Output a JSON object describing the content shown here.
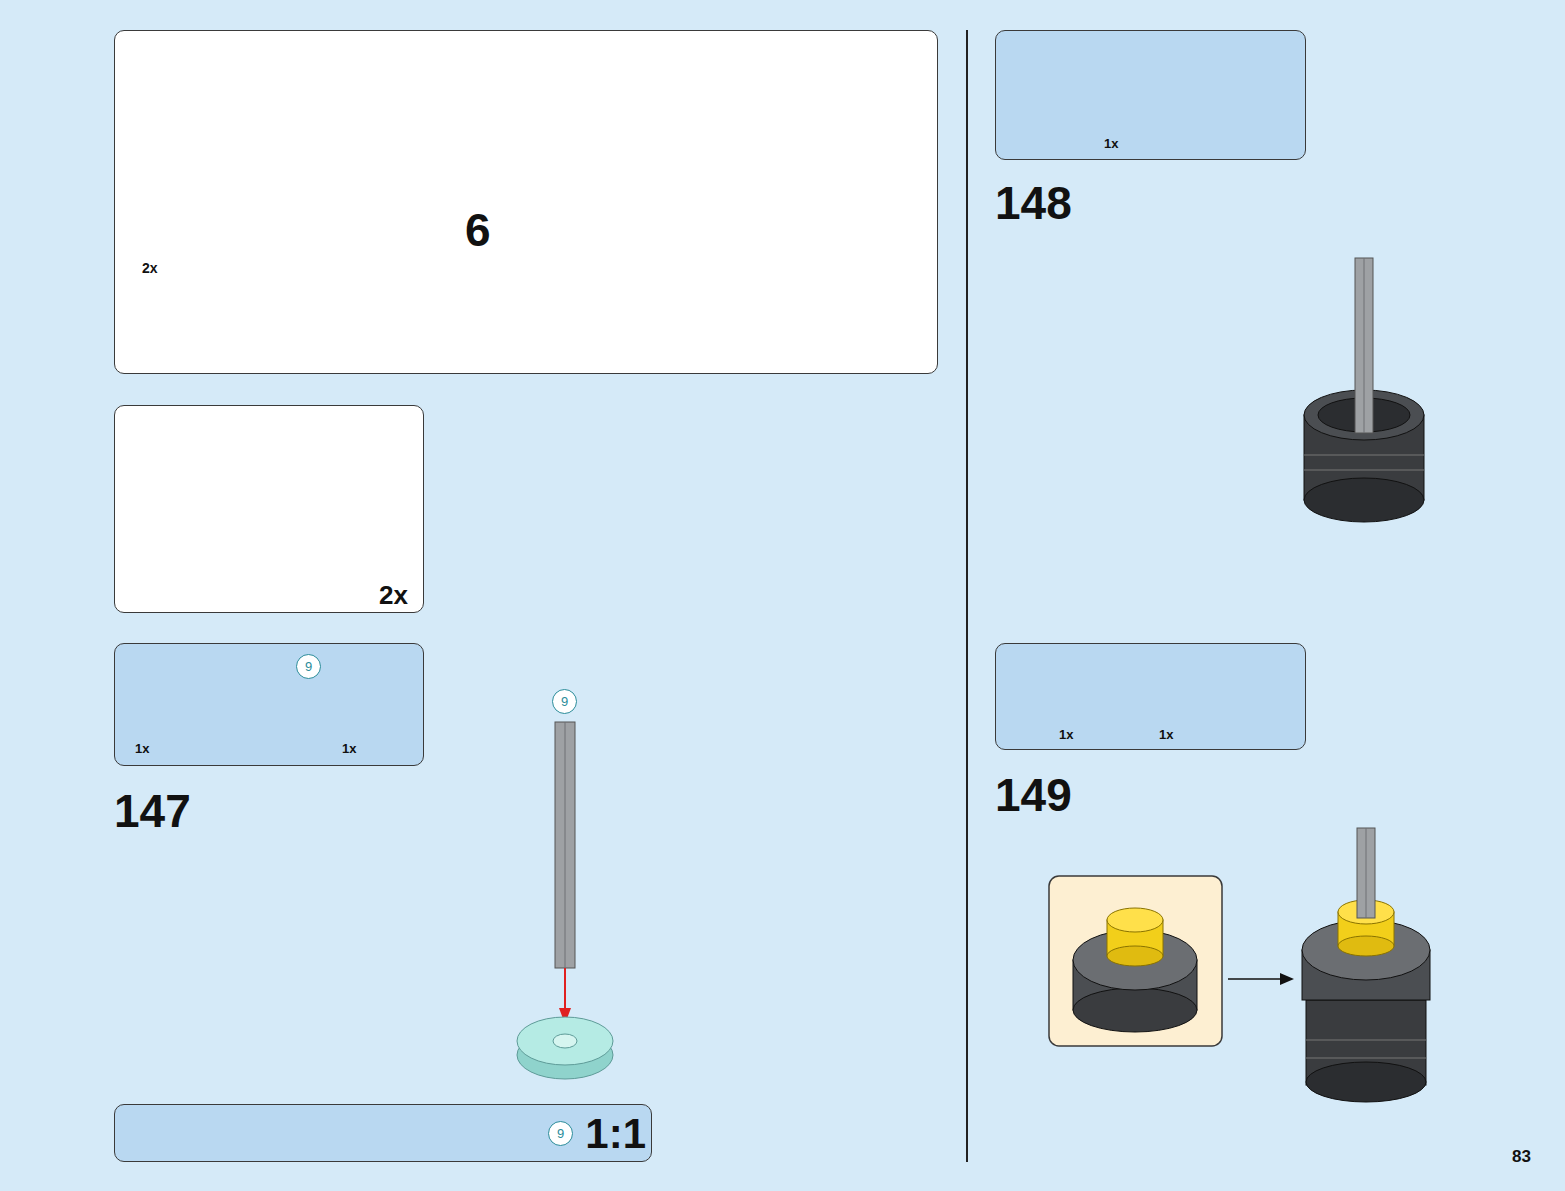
{
  "diagram": {
    "nodes": [
      {
        "text": [
          "2x",
          "6"
        ]
      },
      {
        "text": [
          "2x"
        ]
      },
      {
        "text": [
          "1x",
          "1x"
        ]
      },
      {
        "text": [
          "9"
        ],
        "in": 2
      },
      {
        "text": [
          "9"
        ]
      },
      {
        "text": [
          "1:1"
        ]
      },
      {
        "text": [
          "9"
        ],
        "in": 5
      },
      {
        "text": [
          "1x"
        ]
      },
      {
        "text": [
          "1x",
          "1x"
        ]
      }
    ],
    "labels": [
      "147",
      "148",
      "149",
      "83"
    ]
  }
}
